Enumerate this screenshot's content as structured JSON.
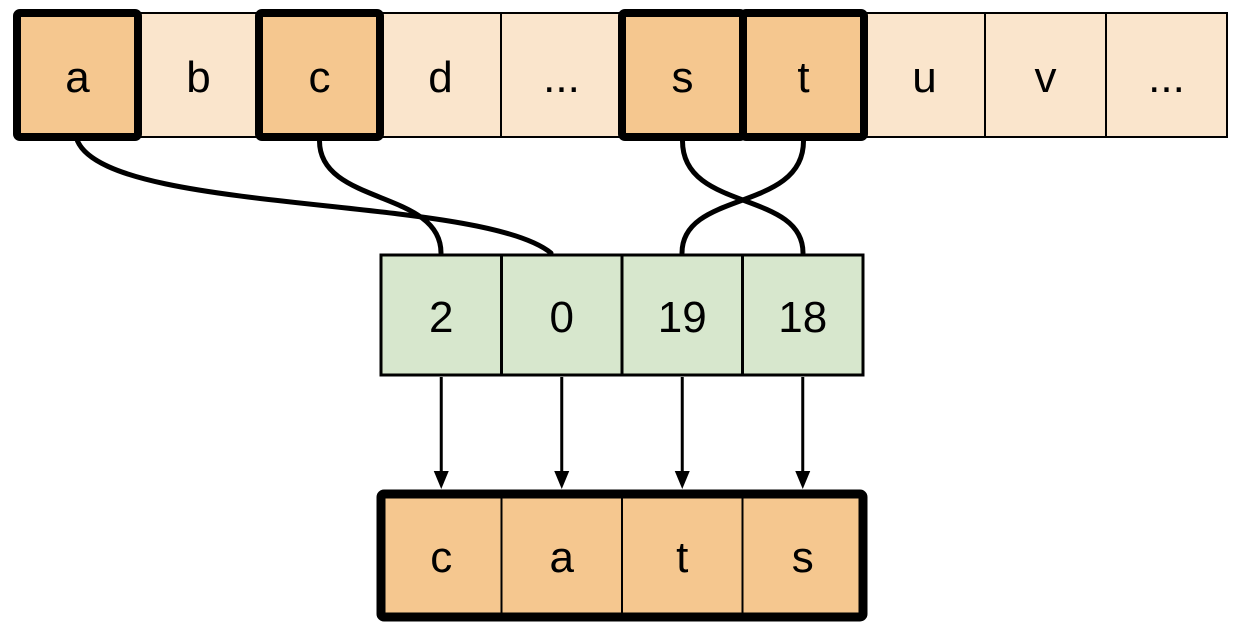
{
  "colors": {
    "highlight_fill": "#F5C78F",
    "plain_fill": "#FAE5CC",
    "index_fill": "#D7E7CD",
    "line": "#000000",
    "background": "#FFFFFF"
  },
  "alphabet_row": {
    "cells": [
      {
        "label": "a",
        "highlighted": true
      },
      {
        "label": "b",
        "highlighted": false
      },
      {
        "label": "c",
        "highlighted": true
      },
      {
        "label": "d",
        "highlighted": false
      },
      {
        "label": "...",
        "highlighted": false
      },
      {
        "label": "s",
        "highlighted": true
      },
      {
        "label": "t",
        "highlighted": true
      },
      {
        "label": "u",
        "highlighted": false
      },
      {
        "label": "v",
        "highlighted": false
      },
      {
        "label": "...",
        "highlighted": false
      }
    ]
  },
  "index_row": {
    "cells": [
      {
        "label": "2"
      },
      {
        "label": "0"
      },
      {
        "label": "19"
      },
      {
        "label": "18"
      }
    ]
  },
  "word_row": {
    "cells": [
      {
        "label": "c"
      },
      {
        "label": "a"
      },
      {
        "label": "t"
      },
      {
        "label": "s"
      }
    ]
  },
  "mappings": [
    {
      "from_letter": "a",
      "to_index": "0"
    },
    {
      "from_letter": "c",
      "to_index": "2"
    },
    {
      "from_letter": "s",
      "to_index": "18"
    },
    {
      "from_letter": "t",
      "to_index": "19"
    }
  ]
}
